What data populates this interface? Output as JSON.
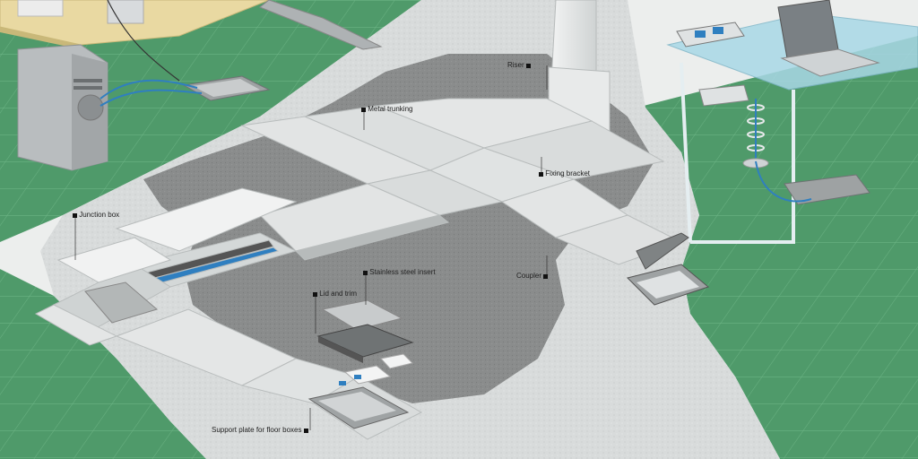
{
  "colors": {
    "carpet": "#4f9a6a",
    "carpet_grid": "#6bb384",
    "screed": "#d8dbdb",
    "concrete": "#8a8c8c",
    "trunking": "#d9dcdc",
    "desk_wood": "#e9d9a2",
    "desk_glass": "#a9d8e6",
    "cable_blue": "#2f7fc0",
    "pc_case": "#b9bdbf"
  },
  "labels": {
    "riser": "Riser",
    "metal_trunking": "Metal trunking",
    "fixing_bracket": "Fixing bracket",
    "junction_box": "Junction box",
    "stainless_steel_insert": "Stainless steel insert",
    "coupler": "Coupler",
    "lid_and_trim": "Lid and trim",
    "support_plate": "Support plate for floor boxes"
  }
}
